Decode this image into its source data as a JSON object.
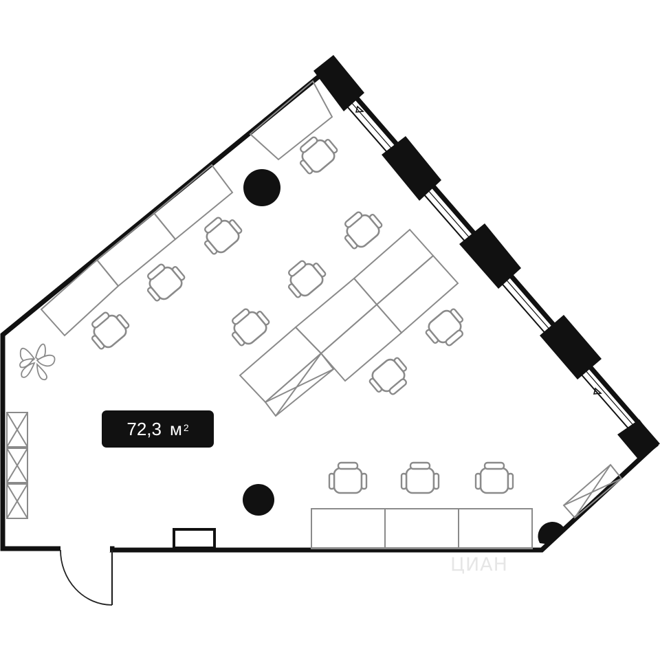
{
  "floor_plan": {
    "area": {
      "value": "72,3",
      "unit": "м",
      "unit_power": "2"
    },
    "watermark": "ЦИАН",
    "colors": {
      "wall": "#111111",
      "furniture": "#8a8a8a",
      "badge_bg": "#111111",
      "badge_text": "#ffffff",
      "watermark": "#e6e6e6"
    },
    "icons": {
      "plant": "plant-icon",
      "column": "column-icon",
      "chair": "chair-icon"
    }
  }
}
